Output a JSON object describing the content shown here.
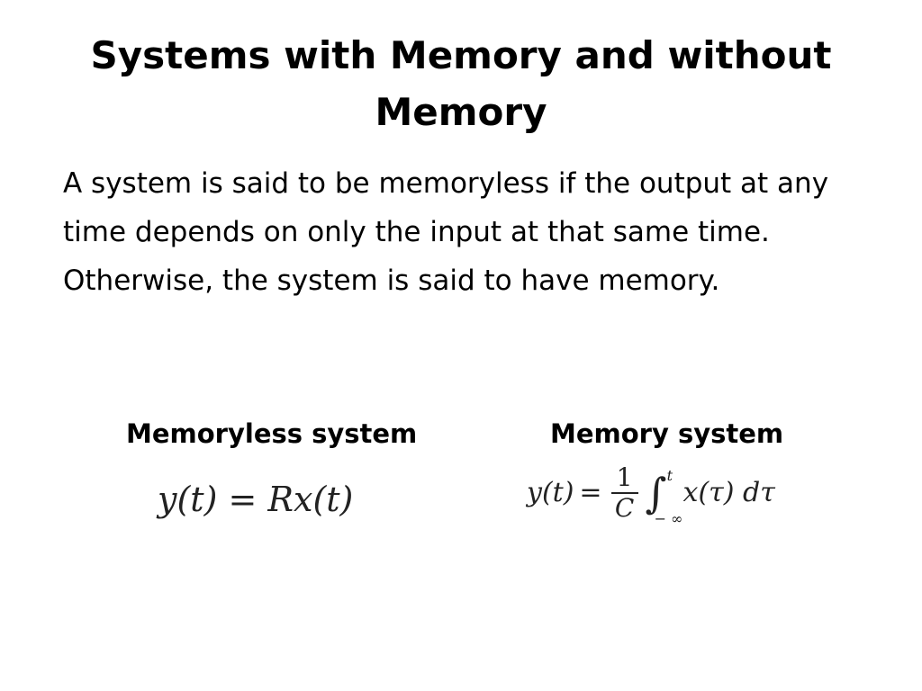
{
  "slide": {
    "title": "Systems with Memory and without Memory",
    "body": "A system is said to be memoryless if the output at any time depends on only the input  at that same time. Otherwise, the system is said to have memory.",
    "memoryless_label": "Memoryless system",
    "memory_label": "Memory system"
  },
  "equations": {
    "memoryless": {
      "lhs": "y(t)",
      "eq": "=",
      "rhs": "Rx(t)"
    },
    "memory": {
      "lhs": "y(t)",
      "eq": "=",
      "frac_num": "1",
      "frac_den": "C",
      "integral_sign": "∫",
      "upper_limit": "t",
      "lower_limit": "− ∞",
      "integrand": "x(τ) dτ"
    }
  }
}
